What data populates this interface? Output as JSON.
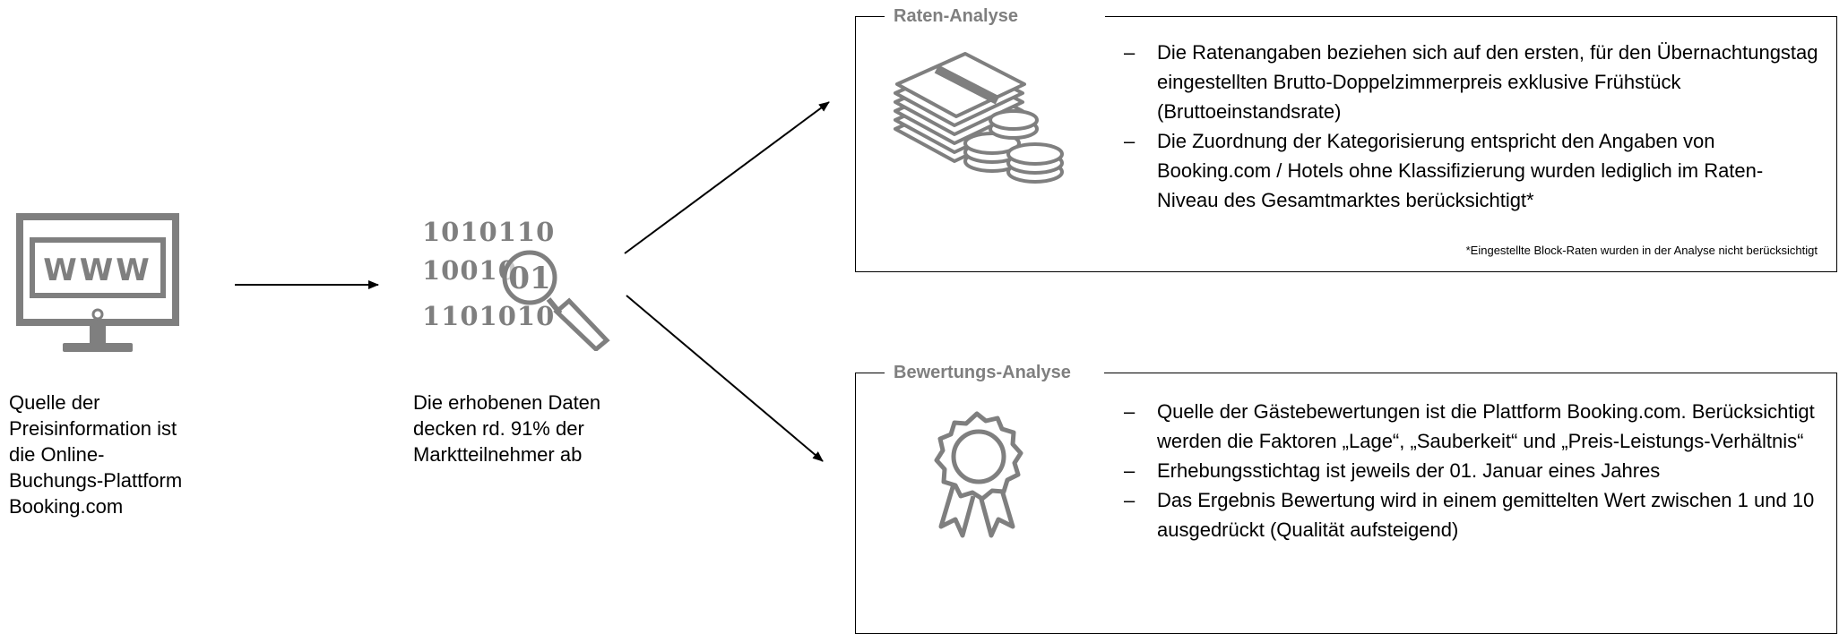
{
  "source": {
    "icon": "monitor-www-icon",
    "screen_text": "WWW",
    "caption": "Quelle der\nPreisinformation ist\ndie Online-\nBuchungs-Plattform\nBooking.com"
  },
  "data": {
    "icon": "binary-magnifier-icon",
    "binary_lines": [
      "1010110",
      "10010",
      "1101010"
    ],
    "magnified_digits": "01",
    "caption": "Die erhobenen Daten\ndecken rd. 91% der\nMarktteilnehmer ab"
  },
  "raten": {
    "title": "Raten-Analyse",
    "icon": "money-stack-coins-icon",
    "bullets": [
      "Die Ratenangaben beziehen sich auf den ersten, für den Übernachtungstag eingestellten Brutto-Doppelzimmerpreis exklusive Frühstück (Bruttoeinstandsrate)",
      "Die Zuordnung der Kategorisierung entspricht den Angaben von Booking.com / Hotels ohne Klassifizierung wurden lediglich im Raten-Niveau des Gesamtmarktes berücksichtigt*"
    ],
    "footnote": "*Eingestellte Block-Raten wurden in der Analyse nicht berücksichtigt"
  },
  "bewertung": {
    "title": "Bewertungs-Analyse",
    "icon": "award-rosette-icon",
    "bullets": [
      "Quelle der Gästebewertungen ist die Plattform Booking.com. Berücksichtigt werden die Faktoren „Lage“, „Sauberkeit“ und „Preis-Leistungs-Verhältnis“",
      "Erhebungsstichtag ist jeweils der 01. Januar eines Jahres",
      "Das Ergebnis Bewertung wird in einem gemittelten Wert zwischen 1 und 10 ausgedrückt (Qualität aufsteigend)"
    ]
  },
  "colors": {
    "icon_gray": "#7f7f7f",
    "text": "#000000",
    "border": "#000000"
  }
}
